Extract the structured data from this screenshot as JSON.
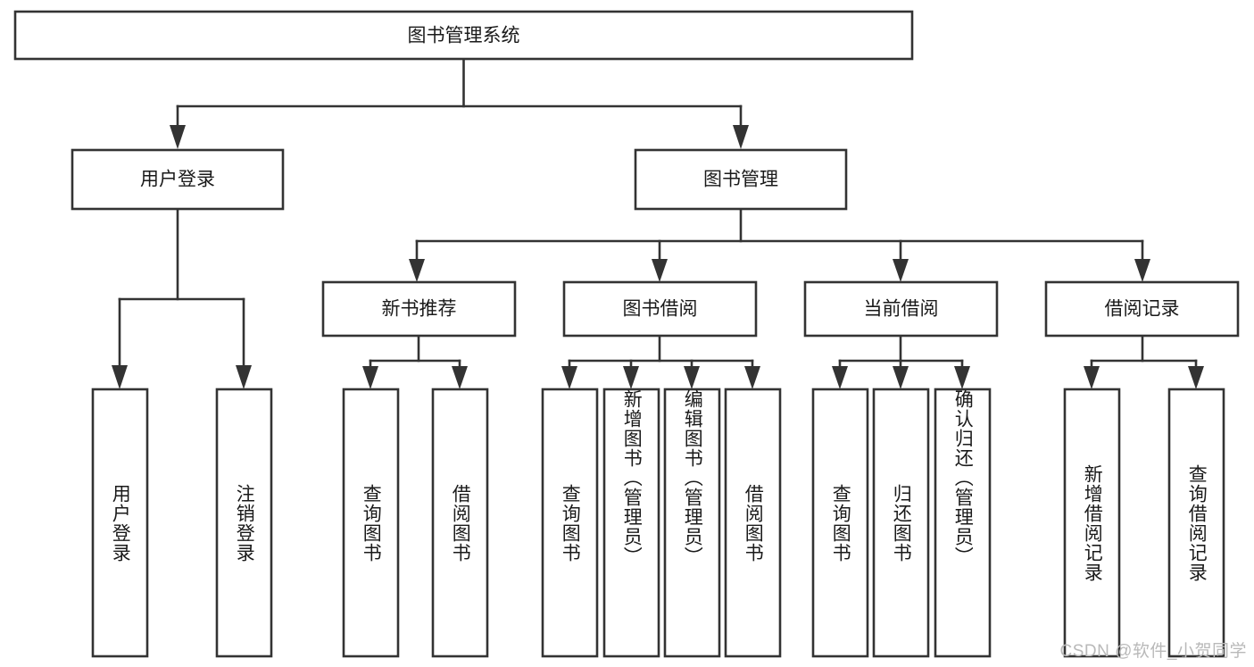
{
  "diagram": {
    "title": "图书管理系统",
    "type": "tree-hierarchy",
    "watermark": "CSDN @软件_小贺同学",
    "colors": {
      "box_stroke": "#333333",
      "box_fill": "#ffffff",
      "text": "#1a1a1a",
      "watermark": "#b9b9b9",
      "background": "#ffffff"
    },
    "root": {
      "label": "图书管理系统"
    },
    "level2": [
      {
        "label": "用户登录"
      },
      {
        "label": "图书管理"
      }
    ],
    "level3": [
      {
        "label": "新书推荐"
      },
      {
        "label": "图书借阅"
      },
      {
        "label": "当前借阅"
      },
      {
        "label": "借阅记录"
      }
    ],
    "leaves": {
      "user_login": [
        {
          "label": "用户登录"
        },
        {
          "label": "注销登录"
        }
      ],
      "new_book_recommend": [
        {
          "label": "查询图书"
        },
        {
          "label": "借阅图书"
        }
      ],
      "book_borrow": [
        {
          "label": "查询图书"
        },
        {
          "label": "新增图书（管理员）"
        },
        {
          "label": "编辑图书（管理员）"
        },
        {
          "label": "借阅图书"
        }
      ],
      "current_borrow": [
        {
          "label": "查询图书"
        },
        {
          "label": "归还图书"
        },
        {
          "label": "确认归还（管理员）"
        }
      ],
      "borrow_records": [
        {
          "label": "新增借阅记录"
        },
        {
          "label": "查询借阅记录"
        }
      ]
    }
  }
}
